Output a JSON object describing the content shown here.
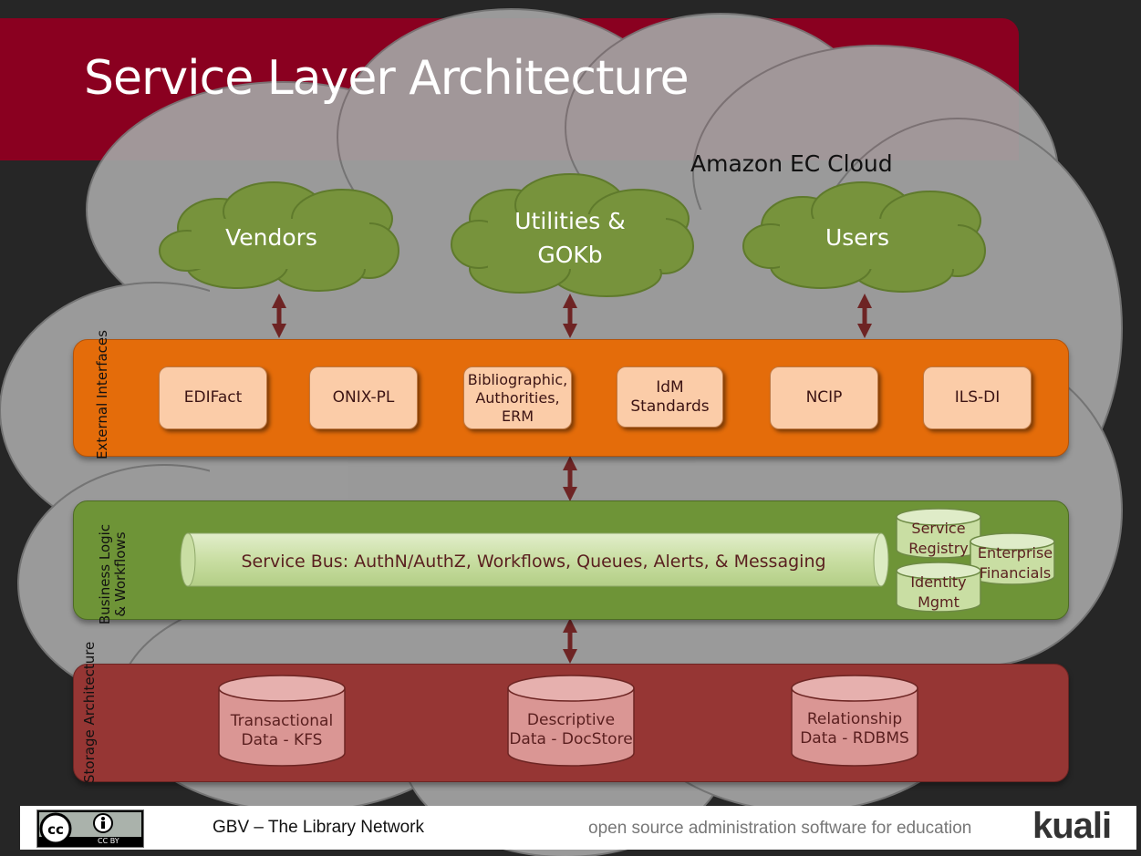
{
  "slide": {
    "title": "Service Layer Architecture",
    "cloud_label": "Amazon EC Cloud"
  },
  "green_clouds": [
    {
      "label": "Vendors"
    },
    {
      "label": "Utilities & GOKb"
    },
    {
      "label": "Users"
    }
  ],
  "layers": {
    "external": {
      "label": "External Interfaces",
      "boxes": [
        {
          "label": "EDIFact"
        },
        {
          "label": "ONIX-PL"
        },
        {
          "label": "Bibliographic, Authorities, ERM"
        },
        {
          "label": "IdM Standards"
        },
        {
          "label": "NCIP"
        },
        {
          "label": "ILS-DI"
        }
      ]
    },
    "business": {
      "label": "Business Logic & Workflows",
      "service_bus": "Service Bus: AuthN/AuthZ, Workflows, Queues, Alerts, & Messaging",
      "cylinders": [
        {
          "label": "Service Registry"
        },
        {
          "label": "Identity Mgmt"
        },
        {
          "label": "Enterprise Financials"
        }
      ]
    },
    "storage": {
      "label": "Storage Architecture",
      "databases": [
        {
          "label": "Transactional Data - KFS"
        },
        {
          "label": "Descriptive Data - DocStore"
        },
        {
          "label": "Relationship Data - RDBMS"
        }
      ]
    }
  },
  "footer": {
    "org": "GBV – The Library Network",
    "tagline": "open source administration software for education",
    "brand": "kuali",
    "license_badge": "CC BY"
  },
  "colors": {
    "title_band": "#8a0020",
    "external": "#e46c0a",
    "business": "#6e9437",
    "storage": "#963634",
    "arrow": "#6e2424"
  }
}
